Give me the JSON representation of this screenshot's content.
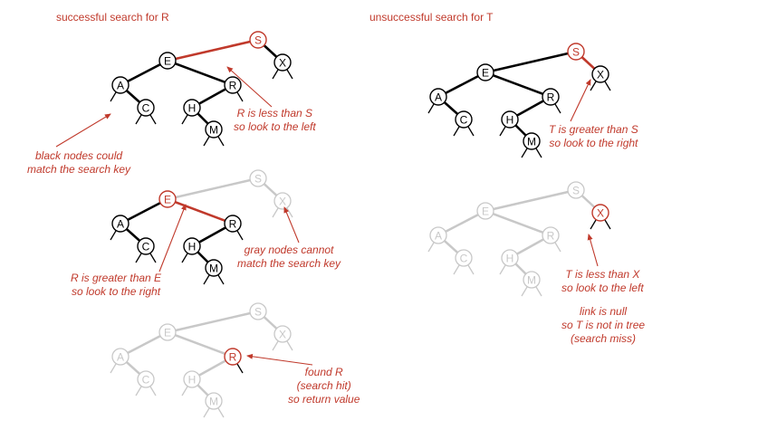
{
  "titles": {
    "left": "successful search for R",
    "right": "unsuccessful search for T"
  },
  "notes": {
    "r_less_s": [
      "R is less than S",
      "so look to the left"
    ],
    "black_nodes": [
      "black nodes could",
      "match the search key"
    ],
    "r_greater_e": [
      "R is greater than E",
      "so look to the right"
    ],
    "gray_nodes": [
      "gray nodes cannot",
      "match the search key"
    ],
    "found_r": [
      "found R",
      "(search hit)",
      "so return value"
    ],
    "t_greater_s": [
      "T is greater than S",
      "so look to the right"
    ],
    "t_less_x": [
      "T is less than X",
      "so look to the left"
    ],
    "link_null": [
      "link is null",
      "so T is not in tree",
      "(search miss)"
    ]
  },
  "tree": {
    "keys": [
      "S",
      "E",
      "X",
      "A",
      "R",
      "C",
      "H",
      "M"
    ],
    "edges": [
      [
        "S",
        "E"
      ],
      [
        "S",
        "X"
      ],
      [
        "E",
        "A"
      ],
      [
        "E",
        "R"
      ],
      [
        "A",
        "C"
      ],
      [
        "R",
        "H"
      ],
      [
        "H",
        "M"
      ]
    ]
  },
  "colors": {
    "highlight": "#c0392b",
    "black": "#000000",
    "gray": "#c8c8c8",
    "text_red": "#c0392b"
  }
}
